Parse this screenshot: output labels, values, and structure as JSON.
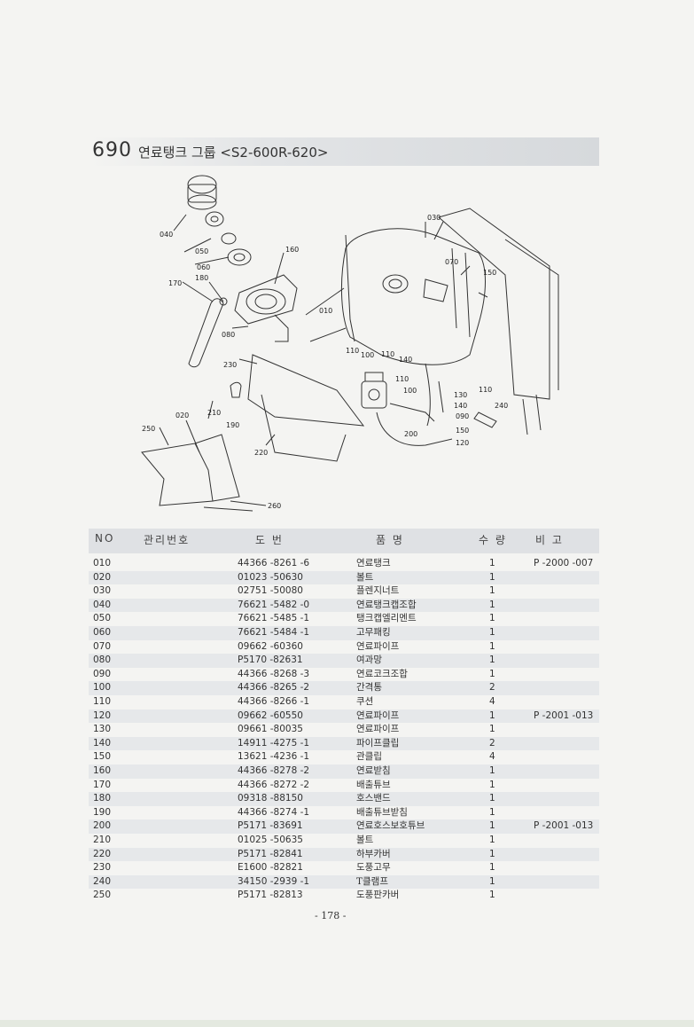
{
  "title": {
    "code": "690",
    "text": "연료탱크 그룹 <S2-600R-620>"
  },
  "diagram": {
    "labels": [
      "040",
      "050",
      "060",
      "170",
      "180",
      "160",
      "080",
      "010",
      "030",
      "070",
      "150",
      "110",
      "100",
      "110",
      "140",
      "110",
      "100",
      "130",
      "110",
      "140",
      "090",
      "240",
      "150",
      "200",
      "120",
      "230",
      "210",
      "190",
      "020",
      "250",
      "220",
      "260"
    ]
  },
  "table": {
    "headers": {
      "no": "NO",
      "mgmt": "관리번호",
      "drawing": "도  번",
      "name": "품  명",
      "qty": "수 량",
      "note": "비 고"
    },
    "rows": [
      {
        "no": "010",
        "part": "44366 -8261 -6",
        "name": "연료탱크",
        "qty": "1",
        "note": "P -2000 -007"
      },
      {
        "no": "020",
        "part": "01023 -50630",
        "name": "볼트",
        "qty": "1",
        "note": ""
      },
      {
        "no": "030",
        "part": "02751 -50080",
        "name": "플렌지너트",
        "qty": "1",
        "note": ""
      },
      {
        "no": "040",
        "part": "76621 -5482 -0",
        "name": "연료탱크캡조합",
        "qty": "1",
        "note": ""
      },
      {
        "no": "050",
        "part": "76621 -5485 -1",
        "name": "탱크캡엘리멘트",
        "qty": "1",
        "note": ""
      },
      {
        "no": "060",
        "part": "76621 -5484 -1",
        "name": "고무패킹",
        "qty": "1",
        "note": ""
      },
      {
        "no": "070",
        "part": "09662 -60360",
        "name": "연료파이프",
        "qty": "1",
        "note": ""
      },
      {
        "no": "080",
        "part": "P5170 -82631",
        "name": "여과망",
        "qty": "1",
        "note": ""
      },
      {
        "no": "090",
        "part": "44366 -8268 -3",
        "name": "연료코크조합",
        "qty": "1",
        "note": ""
      },
      {
        "no": "100",
        "part": "44366 -8265 -2",
        "name": "간격통",
        "qty": "2",
        "note": ""
      },
      {
        "no": "110",
        "part": "44366 -8266 -1",
        "name": "쿠션",
        "qty": "4",
        "note": ""
      },
      {
        "no": "120",
        "part": "09662 -60550",
        "name": "연료파이프",
        "qty": "1",
        "note": "P -2001 -013"
      },
      {
        "no": "130",
        "part": "09661 -80035",
        "name": "연료파이프",
        "qty": "1",
        "note": ""
      },
      {
        "no": "140",
        "part": "14911 -4275 -1",
        "name": "파이프클립",
        "qty": "2",
        "note": ""
      },
      {
        "no": "150",
        "part": "13621 -4236 -1",
        "name": "관클립",
        "qty": "4",
        "note": ""
      },
      {
        "no": "160",
        "part": "44366 -8278 -2",
        "name": "연료받침",
        "qty": "1",
        "note": ""
      },
      {
        "no": "170",
        "part": "44366 -8272 -2",
        "name": "배출튜브",
        "qty": "1",
        "note": ""
      },
      {
        "no": "180",
        "part": "09318 -88150",
        "name": "호스밴드",
        "qty": "1",
        "note": ""
      },
      {
        "no": "190",
        "part": "44366 -8274 -1",
        "name": "배출튜브받침",
        "qty": "1",
        "note": ""
      },
      {
        "no": "200",
        "part": "P5171 -83691",
        "name": "연료호스보호튜브",
        "qty": "1",
        "note": "P -2001 -013"
      },
      {
        "no": "210",
        "part": "01025 -50635",
        "name": "볼트",
        "qty": "1",
        "note": ""
      },
      {
        "no": "220",
        "part": "P5171 -82841",
        "name": "하부카버",
        "qty": "1",
        "note": ""
      },
      {
        "no": "230",
        "part": "E1600 -82821",
        "name": "도풍고무",
        "qty": "1",
        "note": ""
      },
      {
        "no": "240",
        "part": "34150 -2939 -1",
        "name": "T클램프",
        "qty": "1",
        "note": ""
      },
      {
        "no": "250",
        "part": "P5171 -82813",
        "name": "도풍판카버",
        "qty": "1",
        "note": ""
      }
    ]
  },
  "page_number": "- 178 -",
  "colors": {
    "background": "#f4f4f2",
    "band": "#dfe1e4",
    "text": "#333333"
  }
}
